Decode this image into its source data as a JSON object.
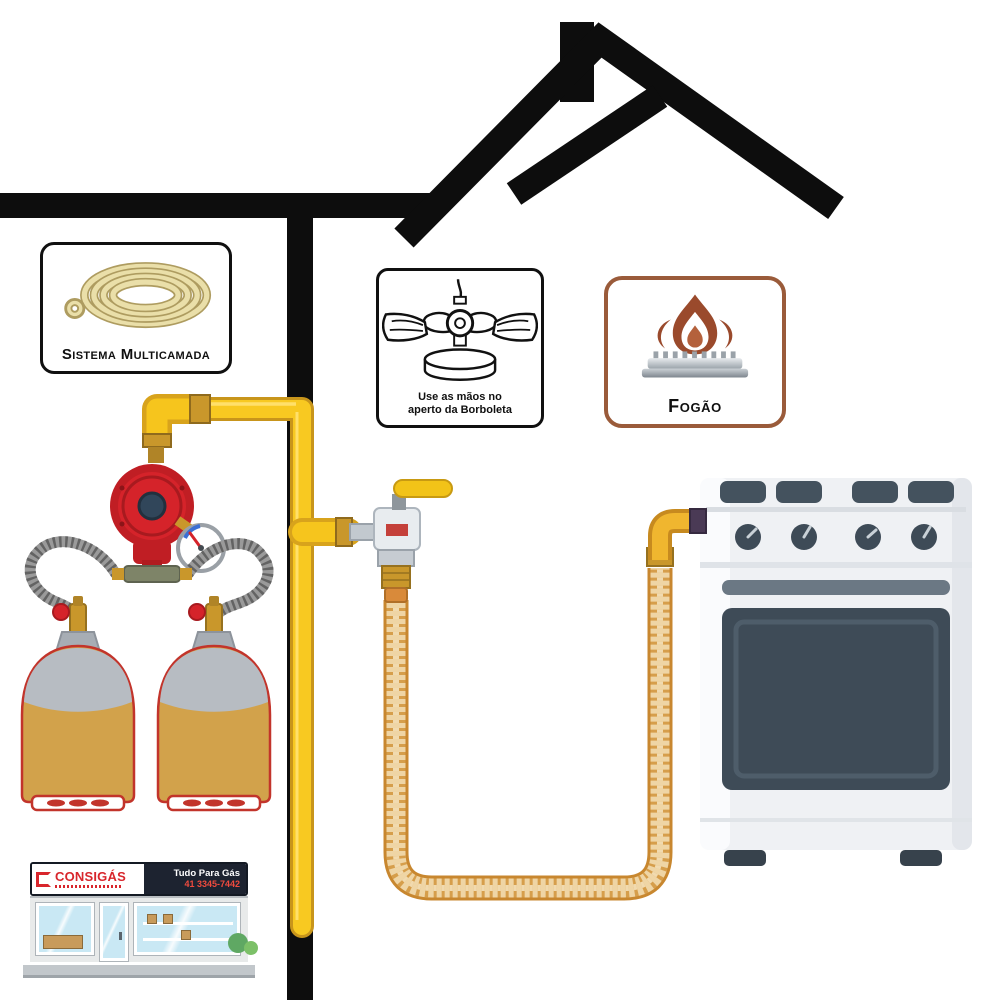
{
  "boxes": {
    "multicamada": {
      "label": "Sistema Multicamada"
    },
    "borboleta": {
      "caption_line1": "Use as mãos no",
      "caption_line2": "aperto da Borboleta"
    },
    "fogao": {
      "label": "Fogão"
    }
  },
  "store": {
    "name": "CONSIGÁS",
    "tagline": "Tudo Para Gás",
    "phone": "41 3345-7442"
  },
  "icons": {
    "multicamada_box": "multilayer-pipe-coil-icon",
    "borboleta_box": "hands-tightening-wing-nut-icon",
    "fogao_box": "burner-flame-icon",
    "left_equipment": "two-lpg-cylinders-with-regulator",
    "middle_equipment": "yellow-gas-valve-with-flexible-hose",
    "right_equipment": "freestanding-stove-oven",
    "bottom_left": "consigas-storefront"
  },
  "colors": {
    "structure_black": "#0D0D0D",
    "pipe_yellow": "#F8C921",
    "regulator_red": "#D5232A",
    "cylinder_body": "#D2A24B",
    "cylinder_shoulder": "#B7BCC2",
    "hose_base": "#EFD5A5",
    "hose_braid": "#CE8B2E",
    "stove_body": "#F1F3F5",
    "stove_dark": "#3E4B57",
    "flame_copper": "#9A4A2C",
    "store_navy": "#1D2330",
    "store_red": "#D8262C"
  }
}
